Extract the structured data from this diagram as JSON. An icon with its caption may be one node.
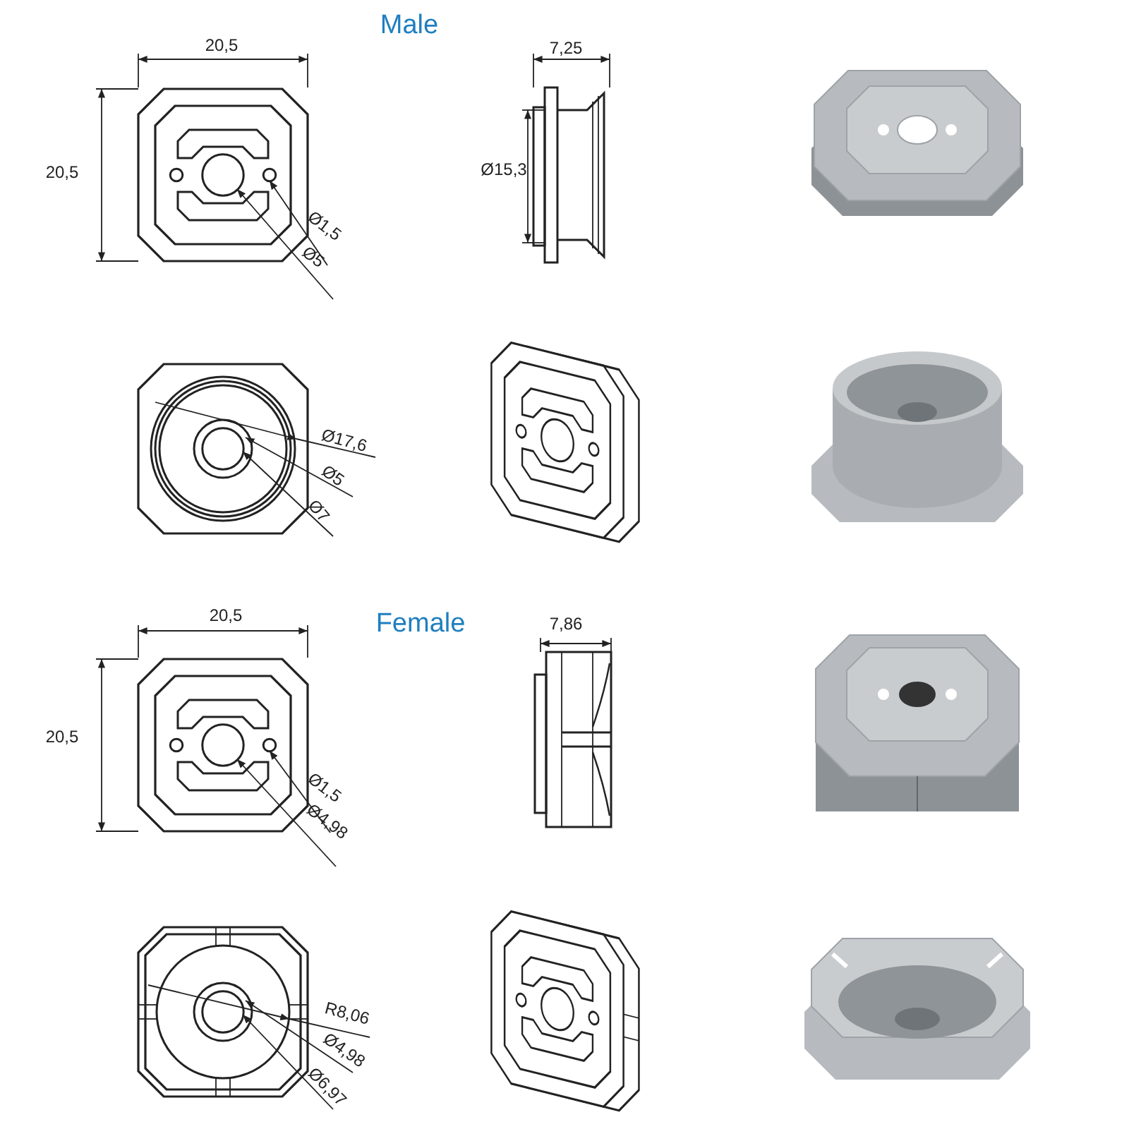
{
  "diagram": {
    "labels": [
      "Male",
      "20,5",
      "7,25",
      "20,5",
      "Ø15,3",
      "Ø1,5",
      "Ø5",
      "Ø17,6",
      "Ø5",
      "Ø7",
      "20,5",
      "Female",
      "7,86",
      "20,5",
      "Ø1,5",
      "Ø4,98",
      "R8,06",
      "Ø4,98",
      "Ø6,97"
    ]
  }
}
